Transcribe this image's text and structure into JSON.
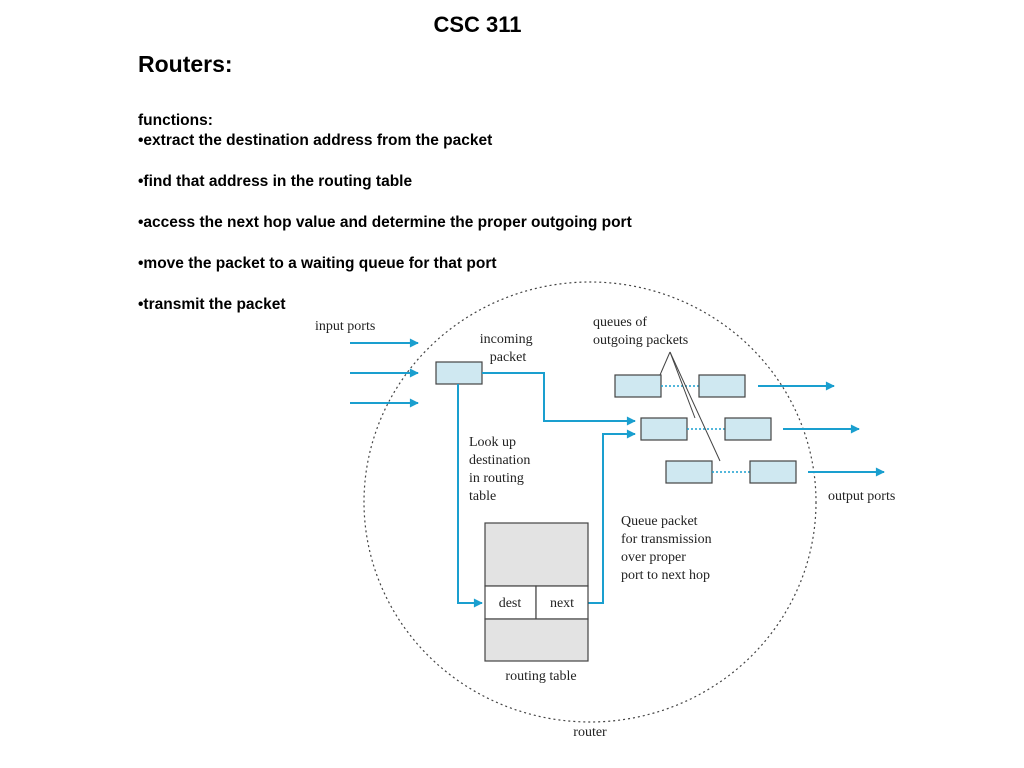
{
  "slide": {
    "title": "CSC 311",
    "heading": "Routers:",
    "functions_label": "functions:",
    "bullets": [
      "•extract the destination address from the packet",
      "•find that address in the routing table",
      "•access the next hop value and determine the proper outgoing port",
      "•move the packet to a waiting queue for that port",
      "•transmit the packet"
    ]
  },
  "diagram": {
    "input_ports_label": "input ports",
    "incoming_packet_label": [
      "incoming",
      "packet"
    ],
    "queues_label": [
      "queues of",
      "outgoing packets"
    ],
    "lookup_label": [
      "Look up",
      "destination",
      "in routing",
      "table"
    ],
    "queue_packet_label": [
      "Queue packet",
      "for transmission",
      "over proper",
      "port to next hop"
    ],
    "output_ports_label": "output ports",
    "routing_table_label": "routing table",
    "dest_cell": "dest",
    "next_cell": "next",
    "router_label": "router",
    "colors": {
      "arrow": "#1a9fcf",
      "packet_fill": "#cfe8f1",
      "table_fill": "#e3e3e3",
      "outline": "#444444"
    }
  }
}
